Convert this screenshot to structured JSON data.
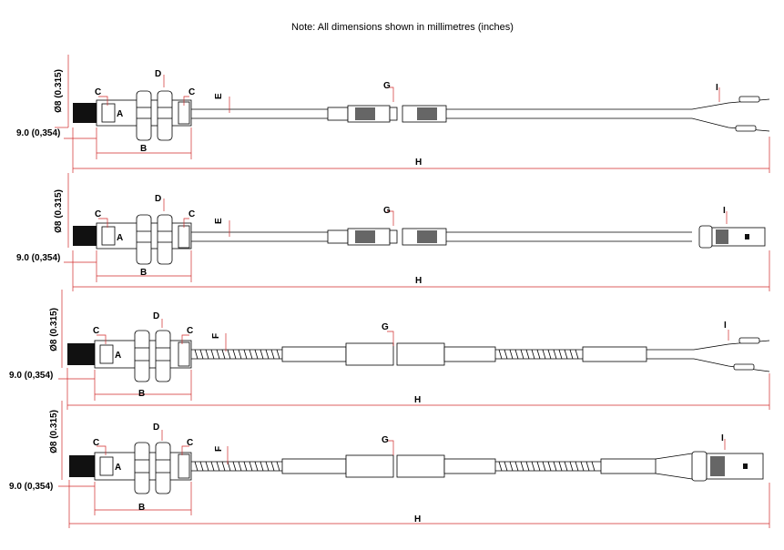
{
  "note": "Note: All dimensions shown in millimetres (inches)",
  "dims": {
    "diameter": "Ø8 (0.315)",
    "length": "9.0 (0,354)"
  },
  "labels": {
    "a": "A",
    "b": "B",
    "c": "C",
    "d": "D",
    "e": "E",
    "f": "F",
    "g": "G",
    "h": "H",
    "i": "I"
  },
  "colors": {
    "dimension_line": "#d12a2a",
    "outline": "#000000"
  }
}
